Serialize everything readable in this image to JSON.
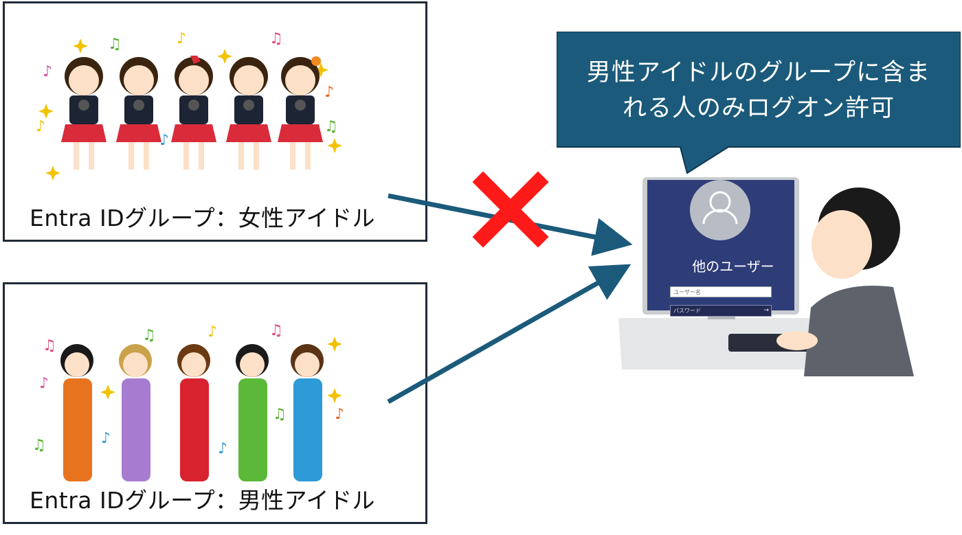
{
  "groups": {
    "female_label": "Entra IDグループ：女性アイドル",
    "male_label": "Entra IDグループ：男性アイドル"
  },
  "callout": {
    "line1": "男性アイドルのグループに含ま",
    "line2": "れる人のみログオン許可",
    "color": "#1b5a7a"
  },
  "login_screen": {
    "user_caption": "他のユーザー",
    "username_placeholder": "ユーザー名",
    "password_placeholder": "パスワード",
    "submit_glyph": "→"
  },
  "colors": {
    "arrow": "#1b5a7a",
    "deny_mark": "#ff1a1a",
    "border": "#1f2a36"
  },
  "icons": {
    "deny": "cross-mark-icon",
    "user": "user-avatar-icon"
  }
}
